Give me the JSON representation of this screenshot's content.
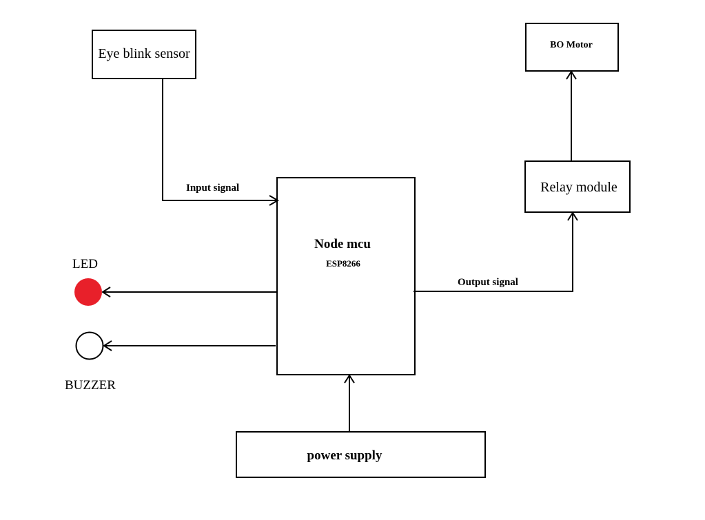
{
  "blocks": {
    "sensor": "Eye blink sensor",
    "motor": "BO Motor",
    "relay": "Relay module",
    "mcu_title": "Node mcu",
    "mcu_subtitle": "ESP8266",
    "power": "power supply"
  },
  "signals": {
    "input": "Input signal",
    "output": "Output signal"
  },
  "indicators": {
    "led_label": "LED",
    "buzzer_label": "BUZZER"
  },
  "colors": {
    "led": "#e8202a",
    "line": "#000000"
  }
}
